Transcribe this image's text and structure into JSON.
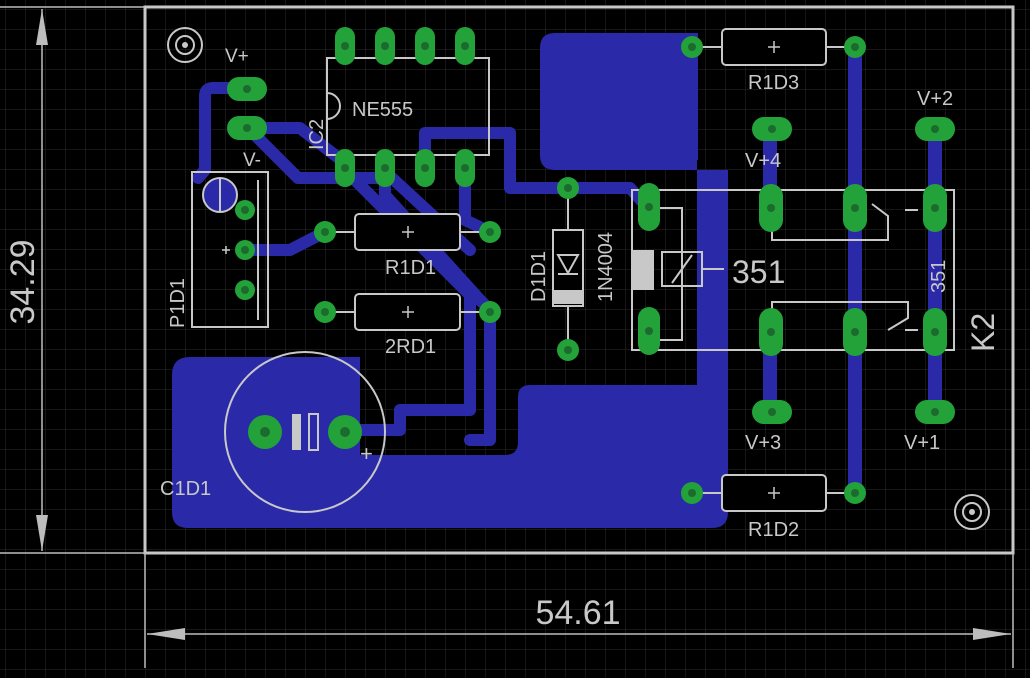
{
  "dimensions": {
    "width": "54.61",
    "height": "34.29"
  },
  "components": {
    "ic": {
      "ref": "IC2",
      "value": "NE555"
    },
    "r1": {
      "ref": "R1D1"
    },
    "r2": {
      "ref": "2RD1"
    },
    "r3": {
      "ref": "R1D3"
    },
    "r4": {
      "ref": "R1D2"
    },
    "diode": {
      "ref": "D1D1",
      "value": "1N4004"
    },
    "relay": {
      "ref": "K2",
      "value_main": "351",
      "value_side": "351"
    },
    "connector": {
      "ref": "P1D1"
    },
    "capacitor": {
      "ref": "C1D1",
      "polarity": "+"
    }
  },
  "nets": {
    "vplus": "V+",
    "vminus": "V-",
    "v1": "V+1",
    "v2": "V+2",
    "v3": "V+3",
    "v4": "V+4"
  },
  "colors": {
    "background": "#000000",
    "copper": "#2a2aa8",
    "pad": "#23a23a",
    "silkscreen": "#c8c8c8"
  }
}
